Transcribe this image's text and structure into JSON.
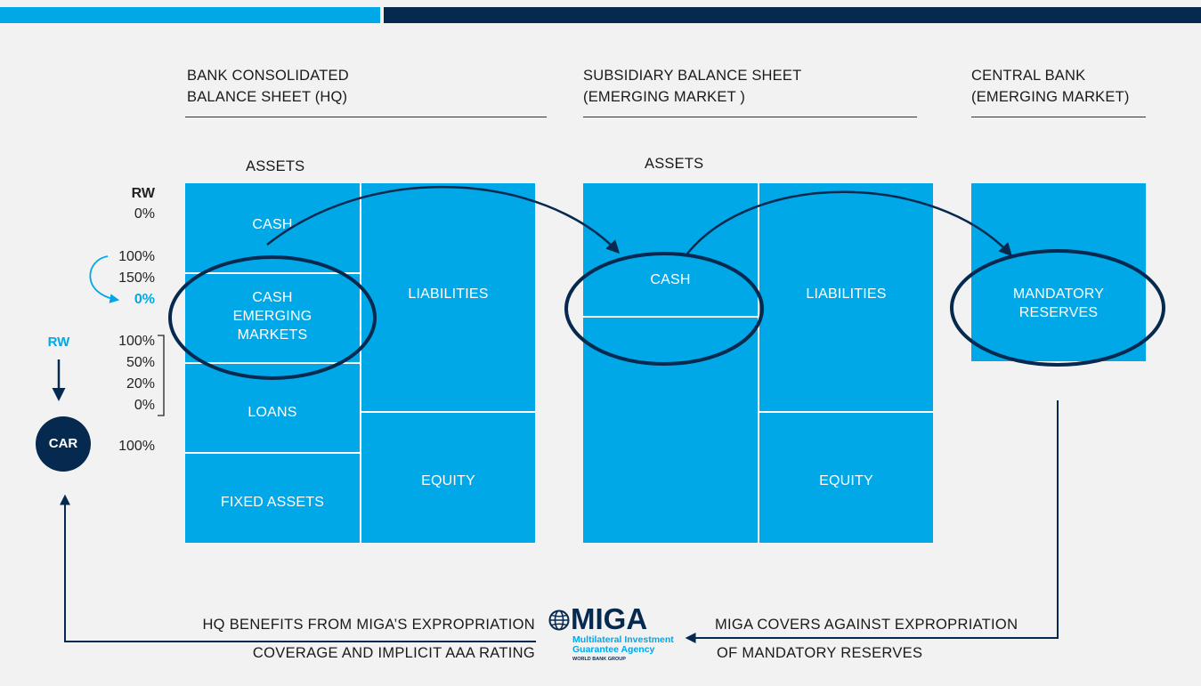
{
  "headers": {
    "bank_line1": "BANK CONSOLIDATED",
    "bank_line2": "BALANCE  SHEET (HQ)",
    "sub_line1": "SUBSIDIARY BALANCE SHEET",
    "sub_line2": "(EMERGING MARKET )",
    "cb_line1": "CENTRAL BANK",
    "cb_line2": "(EMERGING MARKET)"
  },
  "assets_label_bank": "ASSETS",
  "assets_label_sub": "ASSETS",
  "bank_sheet": {
    "cash": "CASH",
    "cash_em_line1": "CASH",
    "cash_em_line2": "EMERGING",
    "cash_em_line3": "MARKETS",
    "loans": "LOANS",
    "fixed_assets": "FIXED ASSETS",
    "liabilities": "LIABILITIES",
    "equity": "EQUITY"
  },
  "sub_sheet": {
    "cash": "CASH",
    "liabilities": "LIABILITIES",
    "equity": "EQUITY"
  },
  "central_bank": {
    "line1": "MANDATORY",
    "line2": "RESERVES"
  },
  "risk_weights": {
    "title": "RW",
    "cash": "0%",
    "cash_em_a": "100%",
    "cash_em_b": "150%",
    "cash_em_c": "0%",
    "loans_a": "100%",
    "loans_b": "50%",
    "loans_c": "20%",
    "loans_d": "0%",
    "fixed": "100%"
  },
  "car": {
    "rw_label": "RW",
    "label": "CAR"
  },
  "miga": {
    "wordmark": "MIGA",
    "line1": "Multilateral Investment",
    "line2": "Guarantee Agency",
    "line3": "WORLD BANK GROUP"
  },
  "bottom": {
    "left_line1": "HQ BENEFITS FROM MIGA’S EXPROPRIATION",
    "left_line2": "COVERAGE AND IMPLICIT AAA RATING",
    "right_line1": "MIGA COVERS AGAINST EXPROPRIATION",
    "right_line2": "OF MANDATORY RESERVES"
  },
  "colors": {
    "light_blue": "#00a8e8",
    "dark_navy": "#06294f",
    "background": "#f2f2f2"
  }
}
